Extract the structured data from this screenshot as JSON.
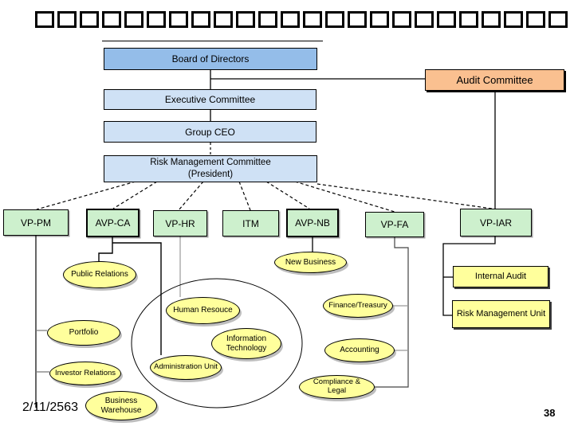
{
  "title": {
    "tofu_count": 24
  },
  "nodes": {
    "board": {
      "label": "Board of Directors"
    },
    "audit": {
      "label": "Audit Committee"
    },
    "executive": {
      "label": "Executive Committee"
    },
    "ceo": {
      "label": "Group CEO"
    },
    "rmc": {
      "line1": "Risk Management Committee",
      "line2": "(President)"
    },
    "vps": [
      {
        "label": "VP-PM"
      },
      {
        "label": "AVP-CA"
      },
      {
        "label": "VP-HR"
      },
      {
        "label": "ITM"
      },
      {
        "label": "AVP-NB"
      },
      {
        "label": "VP-FA"
      },
      {
        "label": "VP-IAR"
      }
    ],
    "units": [
      {
        "label": "Public Relations"
      },
      {
        "label": "New Business"
      },
      {
        "label": "Human Resouce"
      },
      {
        "label": "Information Technology"
      },
      {
        "label": "Administration Unit"
      },
      {
        "label": "Portfolio"
      },
      {
        "label": "Investor Relations"
      },
      {
        "label": "Business Warehouse"
      },
      {
        "label": "Finance/Treasury"
      },
      {
        "label": "Accounting"
      },
      {
        "label": "Compliance & Legal"
      }
    ],
    "audit_units": [
      {
        "label": "Internal Audit"
      },
      {
        "label": "Risk Management Unit"
      }
    ]
  },
  "footer": {
    "date": "2/11/2563",
    "page_number": "38"
  },
  "colors": {
    "board_blue": "#94bde9",
    "light_blue": "#cfe1f5",
    "audit_orange": "#fac090",
    "green": "#cdf0cd",
    "yellow": "#ffff9c"
  }
}
